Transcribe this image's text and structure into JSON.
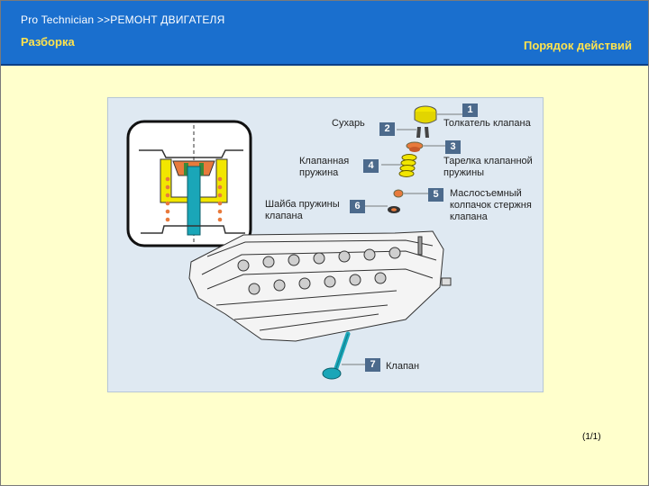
{
  "header": {
    "top_title": "Pro Technician >>РЕМОНТ ДВИГАТЕЛЯ",
    "section": "Разборка",
    "procedure": "Порядок действий"
  },
  "figure": {
    "parts": [
      {
        "number": "1",
        "label": "Толкатель клапана"
      },
      {
        "number": "2",
        "label": "Сухарь"
      },
      {
        "number": "3",
        "label": "Тарелка клапанной\nпружины"
      },
      {
        "number": "4",
        "label": "Клапанная\nпружина"
      },
      {
        "number": "5",
        "label": "Маслосъемный\nколпачок стержня\nклапана"
      },
      {
        "number": "6",
        "label": "Шайба пружины\nклапана"
      },
      {
        "number": "7",
        "label": "Клапан"
      }
    ]
  },
  "page": "(1/1)",
  "colors": {
    "header_bg": "#1a6fce",
    "header_title": "#ffffff",
    "header_accent": "#ffe34d",
    "slide_bg": "#ffffcc",
    "figure_bg": "#dfe9f2",
    "number_badge": "#4c6a8c",
    "lifter_yellow": "#f2e600",
    "spring_retainer_orange": "#e87a3c",
    "valve_teal": "#1aa6b8"
  }
}
